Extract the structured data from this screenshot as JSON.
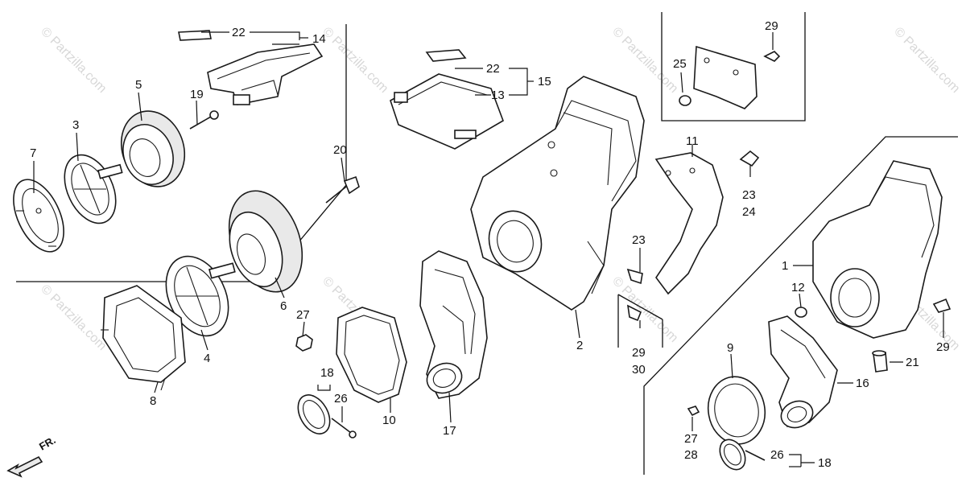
{
  "watermark": "© Partzilla.com",
  "front_marker": "FR.",
  "callouts": {
    "c1": "1",
    "c2": "2",
    "c3": "3",
    "c4": "4",
    "c5": "5",
    "c6": "6",
    "c7": "7",
    "c8": "8",
    "c9": "9",
    "c10": "10",
    "c11": "11",
    "c12": "12",
    "c13": "13",
    "c14": "14",
    "c15": "15",
    "c16": "16",
    "c17": "17",
    "c18a": "18",
    "c18b": "18",
    "c19": "19",
    "c20": "20",
    "c21": "21",
    "c22a": "22",
    "c22b": "22",
    "c23a": "23",
    "c23b": "23",
    "c24": "24",
    "c25": "25",
    "c26a": "26",
    "c26b": "26",
    "c27a": "27",
    "c27b": "27",
    "c28": "28",
    "c29a": "29",
    "c29b": "29",
    "c29c": "29",
    "c30": "30"
  }
}
